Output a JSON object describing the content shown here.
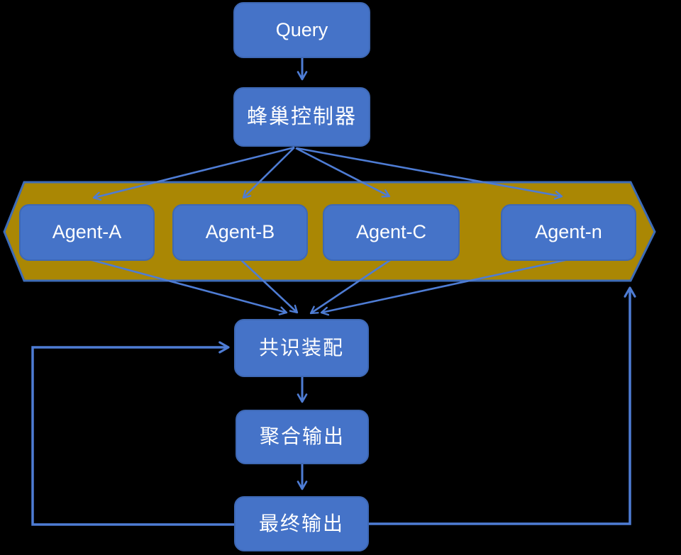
{
  "diagram": {
    "title": "hive-multi-agent-flow",
    "colors": {
      "bg": "#000000",
      "node_fill": "#4573c8",
      "node_border": "#3e68b4",
      "band_fill": "#aa8704",
      "band_border": "#3e6cb8",
      "arrow_color": "#4e7cd4",
      "text_color": "#ffffff"
    },
    "nodes": {
      "query": "Query",
      "controller": "蜂巢控制器",
      "agent_a": "Agent-A",
      "agent_b": "Agent-B",
      "agent_c": "Agent-C",
      "agent_n": "Agent-n",
      "consensus": "共识装配",
      "aggregate": "聚合输出",
      "final": "最终输出"
    }
  }
}
